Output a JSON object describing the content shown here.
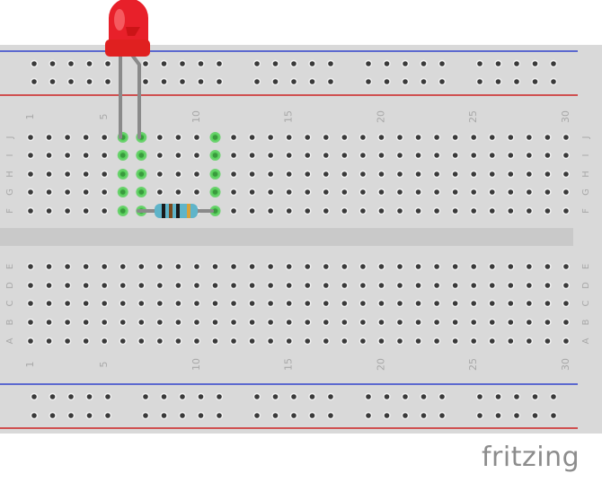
{
  "brand": {
    "name": "fritzing"
  },
  "breadboard": {
    "columns": [
      "1",
      "2",
      "3",
      "4",
      "5",
      "6",
      "7",
      "8",
      "9",
      "10",
      "11",
      "12",
      "13",
      "14",
      "15",
      "16",
      "17",
      "18",
      "19",
      "20",
      "21",
      "22",
      "23",
      "24",
      "25",
      "26",
      "27",
      "28",
      "29",
      "30"
    ],
    "column_labels": [
      "1",
      "5",
      "10",
      "15",
      "20",
      "25",
      "30"
    ],
    "top_rows": [
      "J",
      "I",
      "H",
      "G",
      "F"
    ],
    "bottom_rows": [
      "E",
      "D",
      "C",
      "B",
      "A"
    ],
    "rail_groups": 5,
    "rail_holes_per_group": 5
  },
  "components": {
    "led": {
      "name": "LED",
      "color": "#e8202a",
      "leg_columns": [
        6,
        7
      ]
    },
    "resistor": {
      "name": "Resistor",
      "from_column": 7,
      "to_column": 11,
      "row": "F",
      "bands": [
        "#1a1a1a",
        "#7a4a1e",
        "#1a1a1a",
        "#d8a23a"
      ]
    }
  },
  "highlight_holes": [
    {
      "col": 6,
      "row": "J"
    },
    {
      "col": 6,
      "row": "I"
    },
    {
      "col": 6,
      "row": "H"
    },
    {
      "col": 6,
      "row": "G"
    },
    {
      "col": 6,
      "row": "F"
    },
    {
      "col": 7,
      "row": "J"
    },
    {
      "col": 7,
      "row": "I"
    },
    {
      "col": 7,
      "row": "H"
    },
    {
      "col": 7,
      "row": "G"
    },
    {
      "col": 7,
      "row": "F"
    },
    {
      "col": 11,
      "row": "J"
    },
    {
      "col": 11,
      "row": "I"
    },
    {
      "col": 11,
      "row": "H"
    },
    {
      "col": 11,
      "row": "G"
    },
    {
      "col": 11,
      "row": "F"
    }
  ],
  "colors": {
    "board": "#d9d9d9",
    "board_edge": "#c8c8c8",
    "hole": "#3a3a3a",
    "hole_ring": "#f2f2f2",
    "highlight": "#58d05c",
    "rail_blue": "#3344cc",
    "rail_red": "#cc2222",
    "label": "#a8a8a8",
    "leg": "#8a8a8a"
  }
}
